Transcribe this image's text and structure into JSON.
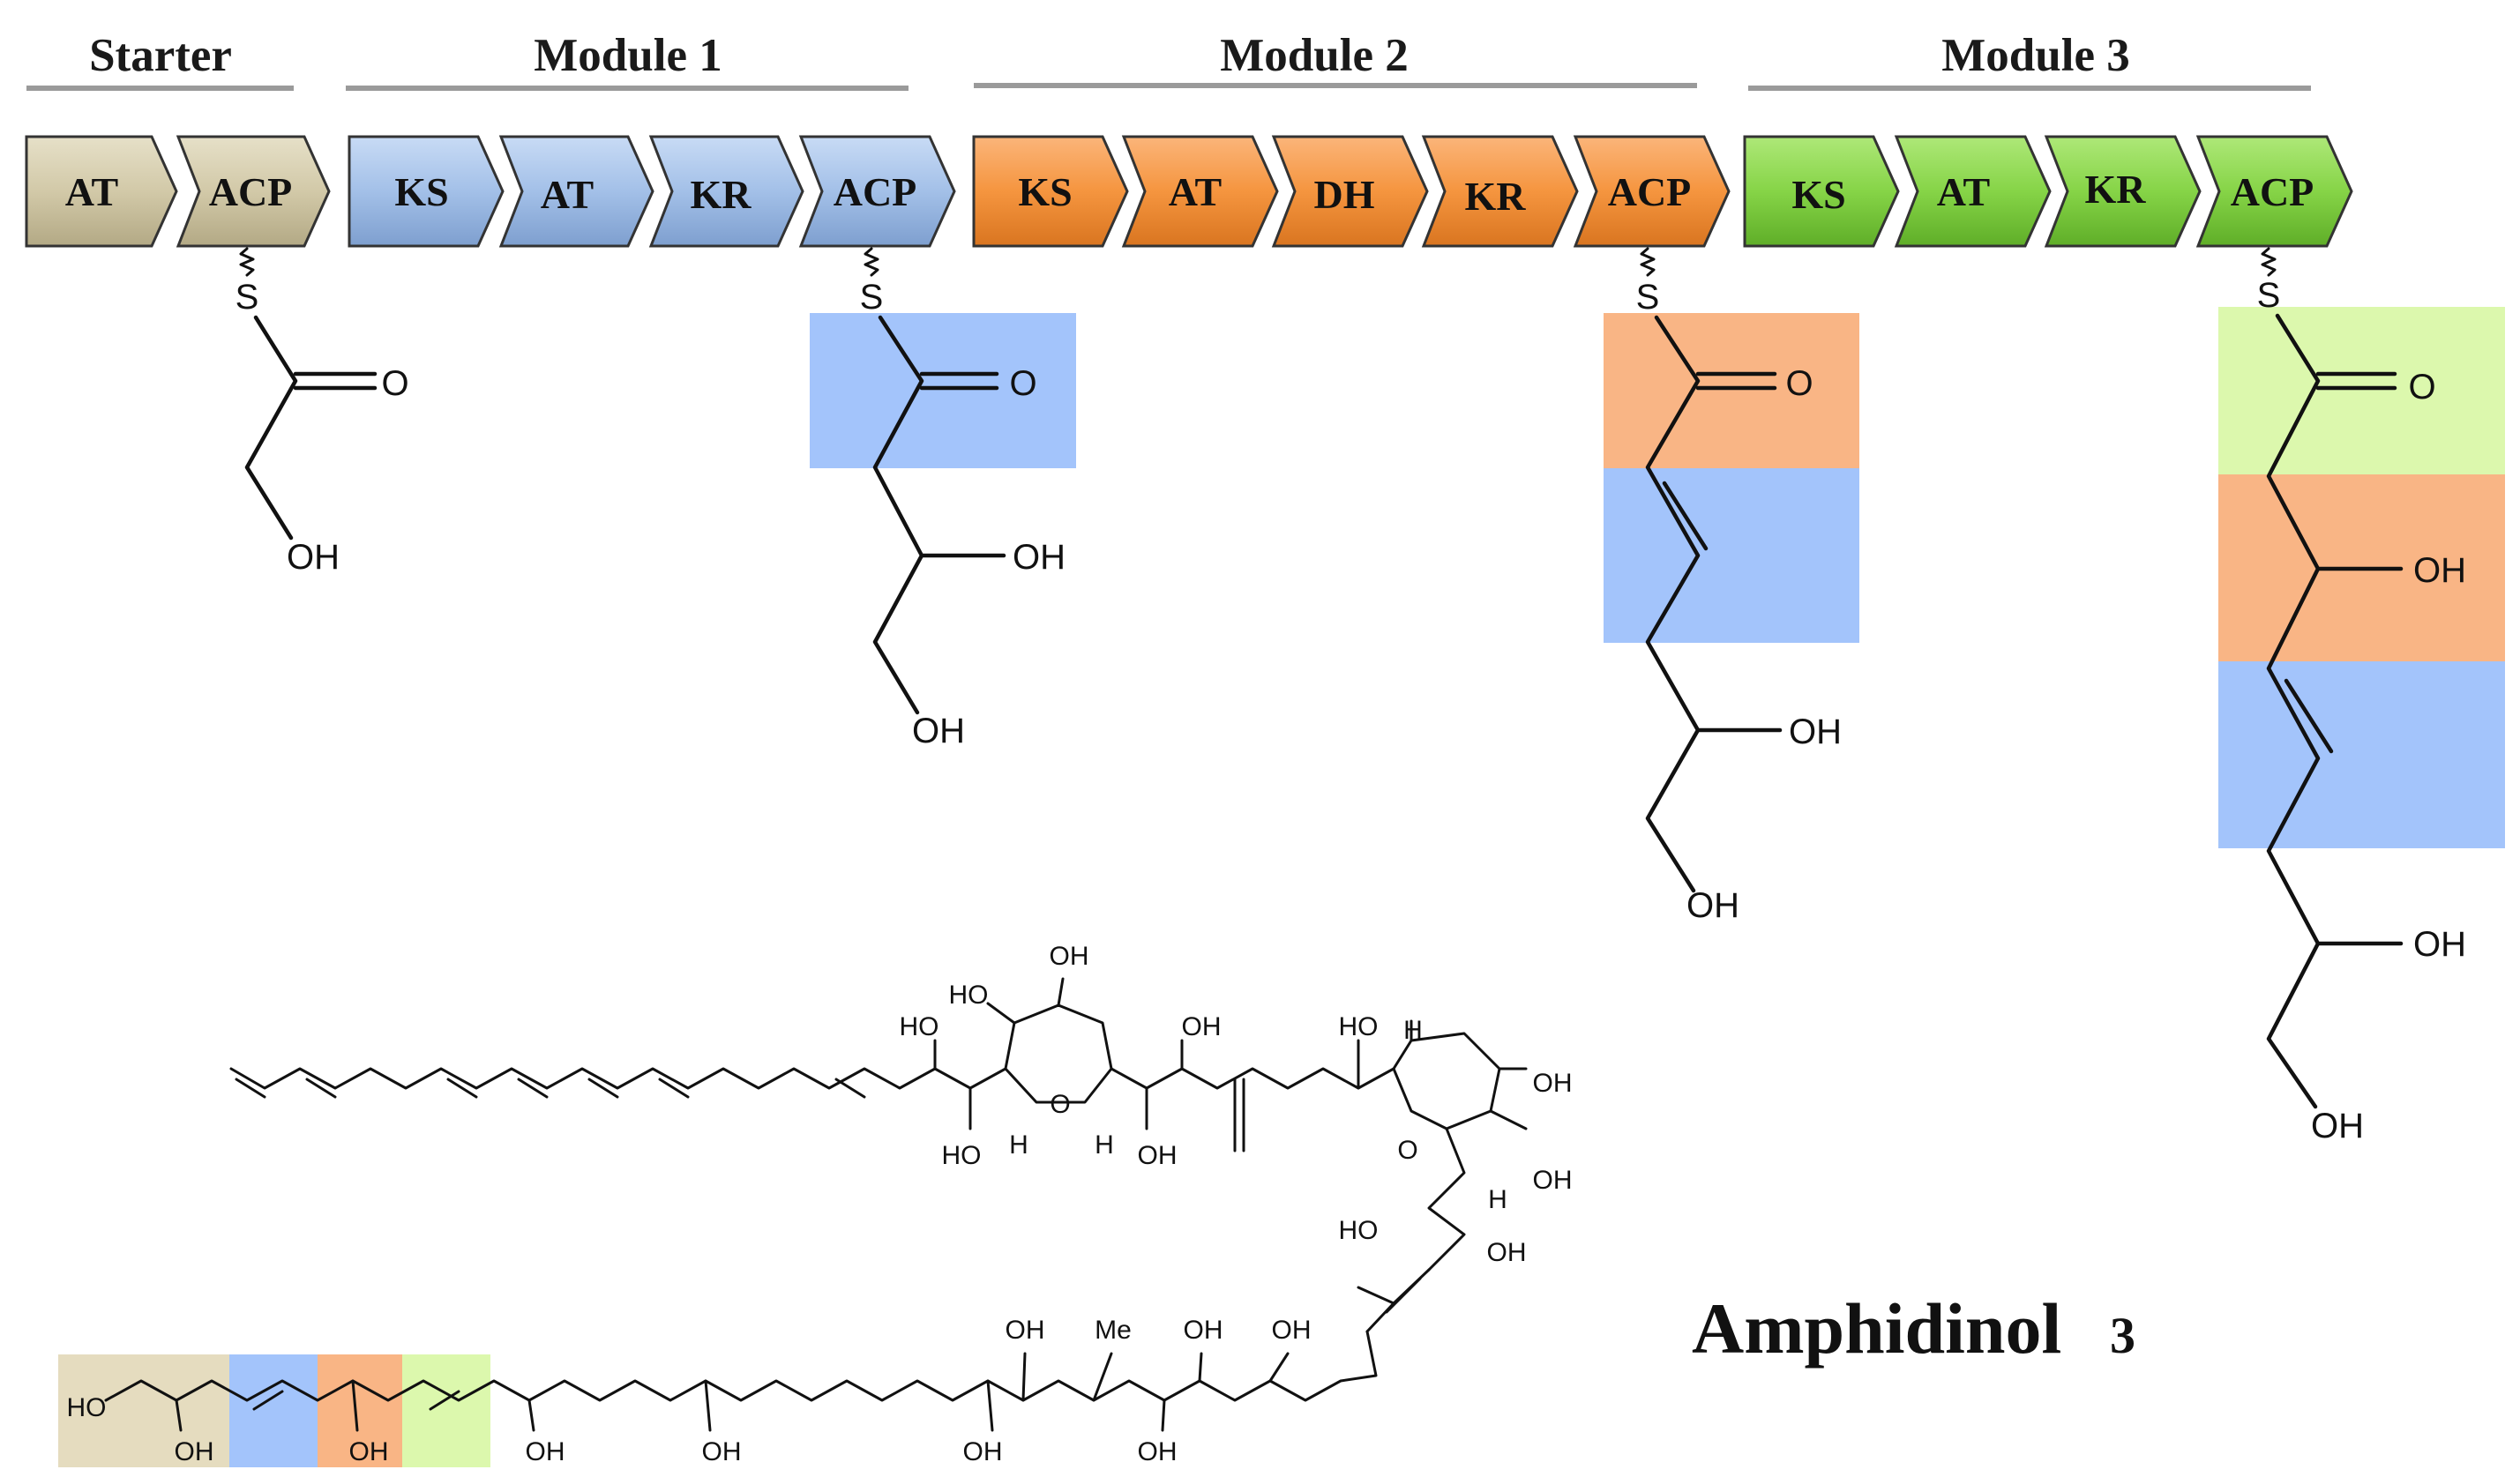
{
  "modules": [
    {
      "label": "Starter",
      "color": "#d5cdae"
    },
    {
      "label": "Module 1",
      "color": "#a7c4ea"
    },
    {
      "label": "Module 2",
      "color": "#f59a4c"
    },
    {
      "label": "Module 3",
      "color": "#86d84a"
    }
  ],
  "domains": {
    "starter": [
      "AT",
      "ACP"
    ],
    "module1": [
      "KS",
      "AT",
      "KR",
      "ACP"
    ],
    "module2": [
      "KS",
      "AT",
      "DH",
      "KR",
      "ACP"
    ],
    "module3": [
      "KS",
      "AT",
      "KR",
      "ACP"
    ]
  },
  "atoms": {
    "S": "S",
    "O": "O",
    "OH": "OH",
    "HO": "HO",
    "H": "H",
    "Me": "Me"
  },
  "title": {
    "name": "Amphidinol",
    "number": "3"
  },
  "highlight_colors": {
    "beige": "#e5dcbf",
    "blue": "#a3c4fb",
    "orange": "#f9b585",
    "green": "#dcf8ad"
  }
}
